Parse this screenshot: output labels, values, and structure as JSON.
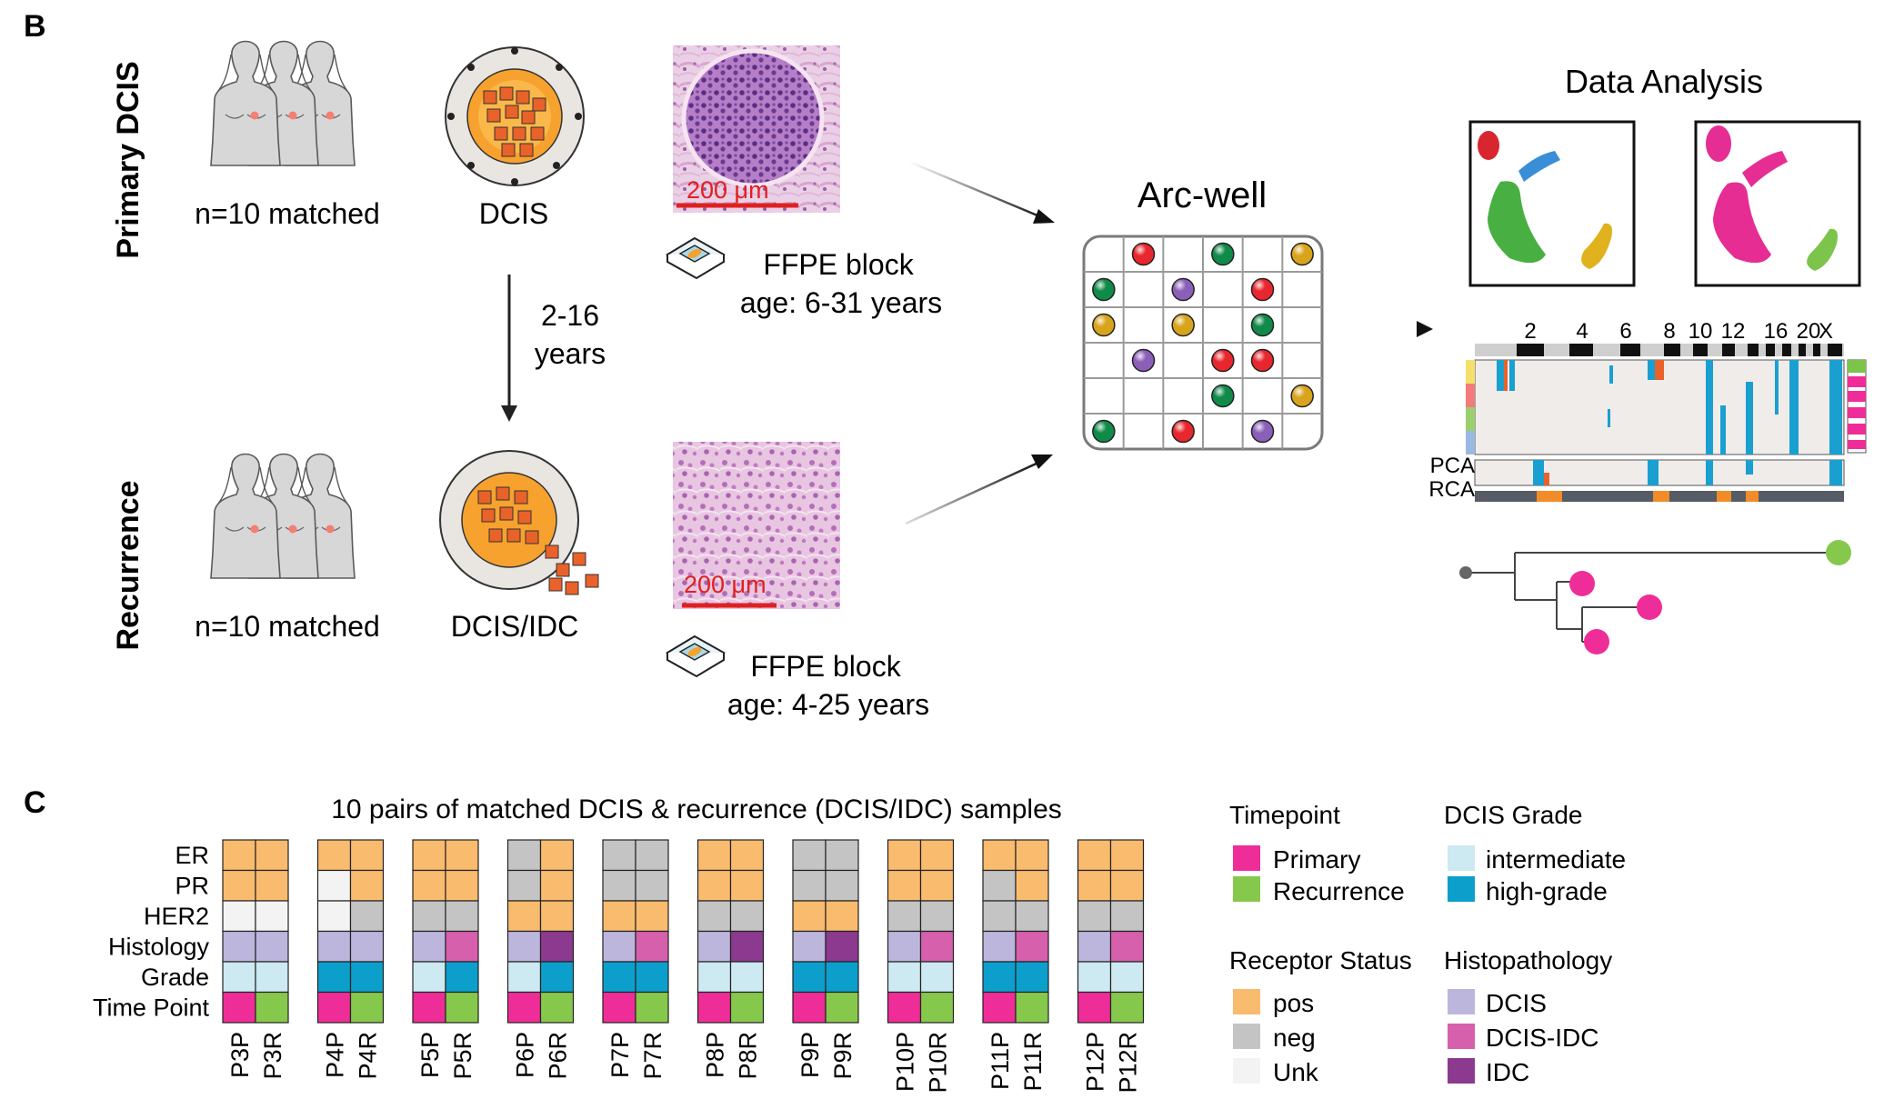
{
  "panel_b": {
    "label": "B",
    "row_labels": {
      "primary": "Primary DCIS",
      "recurrence": "Recurrence"
    },
    "primary": {
      "patients": "n=10 matched",
      "tissue": "DCIS",
      "scale_bar": "200 μm",
      "block_title": "FFPE block",
      "block_age": "age: 6-31 years"
    },
    "interval": {
      "line1": "2-16",
      "line2": "years"
    },
    "recurrence": {
      "patients": "n=10 matched",
      "tissue": "DCIS/IDC",
      "scale_bar": "200 μm",
      "block_title": "FFPE block",
      "block_age": "age: 4-25 years"
    },
    "arcwell_title": "Arc-well",
    "arcwell_wells": [
      {
        "r": 0,
        "c": 1,
        "color": "#e8262e"
      },
      {
        "r": 0,
        "c": 3,
        "color": "#0f8a48"
      },
      {
        "r": 0,
        "c": 5,
        "color": "#d8a41c"
      },
      {
        "r": 1,
        "c": 0,
        "color": "#0f8a48"
      },
      {
        "r": 1,
        "c": 2,
        "color": "#8b5fb8"
      },
      {
        "r": 1,
        "c": 4,
        "color": "#e8262e"
      },
      {
        "r": 2,
        "c": 0,
        "color": "#d8a41c"
      },
      {
        "r": 2,
        "c": 2,
        "color": "#d8a41c"
      },
      {
        "r": 2,
        "c": 4,
        "color": "#0f8a48"
      },
      {
        "r": 3,
        "c": 1,
        "color": "#8b5fb8"
      },
      {
        "r": 3,
        "c": 3,
        "color": "#e8262e"
      },
      {
        "r": 3,
        "c": 4,
        "color": "#e8262e"
      },
      {
        "r": 4,
        "c": 3,
        "color": "#0f8a48"
      },
      {
        "r": 4,
        "c": 5,
        "color": "#d8a41c"
      },
      {
        "r": 5,
        "c": 0,
        "color": "#0f8a48"
      },
      {
        "r": 5,
        "c": 2,
        "color": "#e8262e"
      },
      {
        "r": 5,
        "c": 4,
        "color": "#8b5fb8"
      }
    ],
    "data_analysis_title": "Data Analysis",
    "chromosome_labels": [
      "2",
      "4",
      "6",
      "8",
      "10",
      "12",
      "16",
      "20",
      "X"
    ],
    "track_labels": [
      "PCA",
      "RCA"
    ]
  },
  "panel_c": {
    "label": "C",
    "title": "10 pairs of matched DCIS & recurrence (DCIS/IDC) samples",
    "row_labels": [
      "ER",
      "PR",
      "HER2",
      "Histology",
      "Grade",
      "Time Point"
    ],
    "samples": [
      [
        "P3P",
        "P3R"
      ],
      [
        "P4P",
        "P4R"
      ],
      [
        "P5P",
        "P5R"
      ],
      [
        "P6P",
        "P6R"
      ],
      [
        "P7P",
        "P7R"
      ],
      [
        "P8P",
        "P8R"
      ],
      [
        "P9P",
        "P9R"
      ],
      [
        "P10P",
        "P10R"
      ],
      [
        "P11P",
        "P11R"
      ],
      [
        "P12P",
        "P12R"
      ]
    ],
    "values": {
      "ER": [
        [
          "pos",
          "pos"
        ],
        [
          "pos",
          "pos"
        ],
        [
          "pos",
          "pos"
        ],
        [
          "neg",
          "pos"
        ],
        [
          "neg",
          "neg"
        ],
        [
          "pos",
          "pos"
        ],
        [
          "neg",
          "neg"
        ],
        [
          "pos",
          "pos"
        ],
        [
          "pos",
          "pos"
        ],
        [
          "pos",
          "pos"
        ]
      ],
      "PR": [
        [
          "pos",
          "pos"
        ],
        [
          "unk",
          "pos"
        ],
        [
          "pos",
          "pos"
        ],
        [
          "neg",
          "pos"
        ],
        [
          "neg",
          "neg"
        ],
        [
          "pos",
          "pos"
        ],
        [
          "neg",
          "neg"
        ],
        [
          "pos",
          "pos"
        ],
        [
          "neg",
          "pos"
        ],
        [
          "pos",
          "pos"
        ]
      ],
      "HER2": [
        [
          "unk",
          "unk"
        ],
        [
          "unk",
          "neg"
        ],
        [
          "neg",
          "neg"
        ],
        [
          "pos",
          "pos"
        ],
        [
          "pos",
          "pos"
        ],
        [
          "neg",
          "neg"
        ],
        [
          "pos",
          "pos"
        ],
        [
          "neg",
          "neg"
        ],
        [
          "neg",
          "neg"
        ],
        [
          "neg",
          "neg"
        ]
      ],
      "Histology": [
        [
          "DCIS",
          "DCIS"
        ],
        [
          "DCIS",
          "DCIS"
        ],
        [
          "DCIS",
          "DCIS-IDC"
        ],
        [
          "DCIS",
          "IDC"
        ],
        [
          "DCIS",
          "DCIS-IDC"
        ],
        [
          "DCIS",
          "IDC"
        ],
        [
          "DCIS",
          "IDC"
        ],
        [
          "DCIS",
          "DCIS-IDC"
        ],
        [
          "DCIS",
          "DCIS-IDC"
        ],
        [
          "DCIS",
          "DCIS-IDC"
        ]
      ],
      "Grade": [
        [
          "intermediate",
          "intermediate"
        ],
        [
          "high-grade",
          "high-grade"
        ],
        [
          "intermediate",
          "high-grade"
        ],
        [
          "intermediate",
          "high-grade"
        ],
        [
          "high-grade",
          "high-grade"
        ],
        [
          "intermediate",
          "intermediate"
        ],
        [
          "high-grade",
          "high-grade"
        ],
        [
          "intermediate",
          "intermediate"
        ],
        [
          "high-grade",
          "high-grade"
        ],
        [
          "intermediate",
          "intermediate"
        ]
      ],
      "Time Point": [
        [
          "Primary",
          "Recurrence"
        ],
        [
          "Primary",
          "Recurrence"
        ],
        [
          "Primary",
          "Recurrence"
        ],
        [
          "Primary",
          "Recurrence"
        ],
        [
          "Primary",
          "Recurrence"
        ],
        [
          "Primary",
          "Recurrence"
        ],
        [
          "Primary",
          "Recurrence"
        ],
        [
          "Primary",
          "Recurrence"
        ],
        [
          "Primary",
          "Recurrence"
        ],
        [
          "Primary",
          "Recurrence"
        ]
      ]
    },
    "colors": {
      "pos": "#f9bb6e",
      "neg": "#c4c4c4",
      "unk": "#f3f3f3",
      "DCIS": "#bdb6dc",
      "DCIS-IDC": "#d660ac",
      "IDC": "#8c3a8f",
      "intermediate": "#cde9f2",
      "high-grade": "#0d9fcc",
      "Primary": "#ef2d98",
      "Recurrence": "#86c84b"
    },
    "legends": {
      "timepoint": {
        "title": "Timepoint",
        "items": [
          "Primary",
          "Recurrence"
        ]
      },
      "grade": {
        "title": "DCIS Grade",
        "items": [
          "intermediate",
          "high-grade"
        ]
      },
      "receptor": {
        "title": "Receptor Status",
        "items": [
          "pos",
          "neg",
          "Unk"
        ]
      },
      "histo": {
        "title": "Histopathology",
        "items": [
          "DCIS",
          "DCIS-IDC",
          "IDC"
        ]
      }
    }
  }
}
